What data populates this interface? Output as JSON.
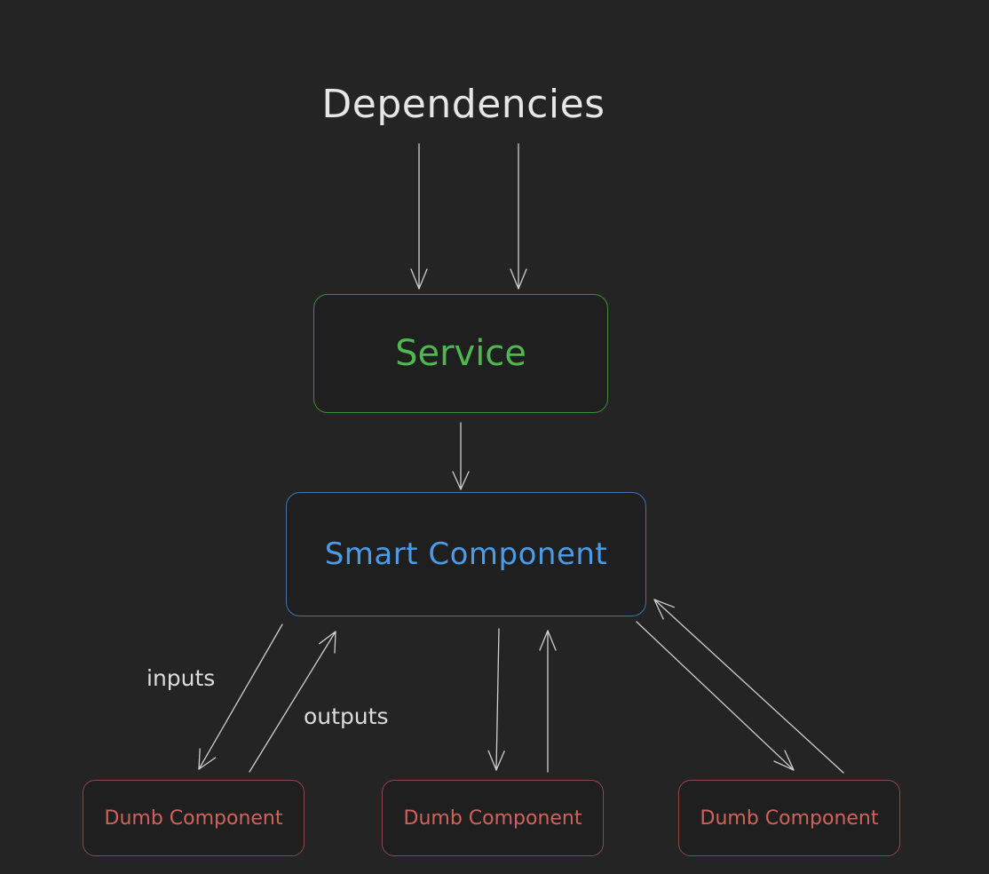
{
  "diagram": {
    "title": "Dependencies",
    "service": {
      "label": "Service",
      "color": "#4fb74f"
    },
    "smart_component": {
      "label": "Smart Component",
      "color": "#4c9be6"
    },
    "dumb_components": [
      {
        "label": "Dumb Component",
        "color": "#d0625c"
      },
      {
        "label": "Dumb Component",
        "color": "#d0625c"
      },
      {
        "label": "Dumb Component",
        "color": "#d0625c"
      }
    ],
    "edge_labels": {
      "inputs": "inputs",
      "outputs": "outputs"
    },
    "colors": {
      "background": "#242424",
      "arrow": "#cfcfcf",
      "title": "#e6e6e6"
    }
  }
}
